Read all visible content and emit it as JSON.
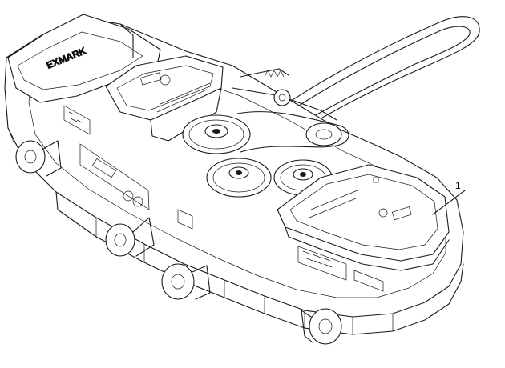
{
  "diagram": {
    "callouts": [
      {
        "id": "1",
        "label": "1"
      }
    ],
    "parts": [
      "mower-deck",
      "drive-belt",
      "blade-spindle-pulley",
      "idler-pulley",
      "belt-cover-left",
      "belt-cover-right",
      "anti-scalp-wheel",
      "safety-decal"
    ]
  }
}
